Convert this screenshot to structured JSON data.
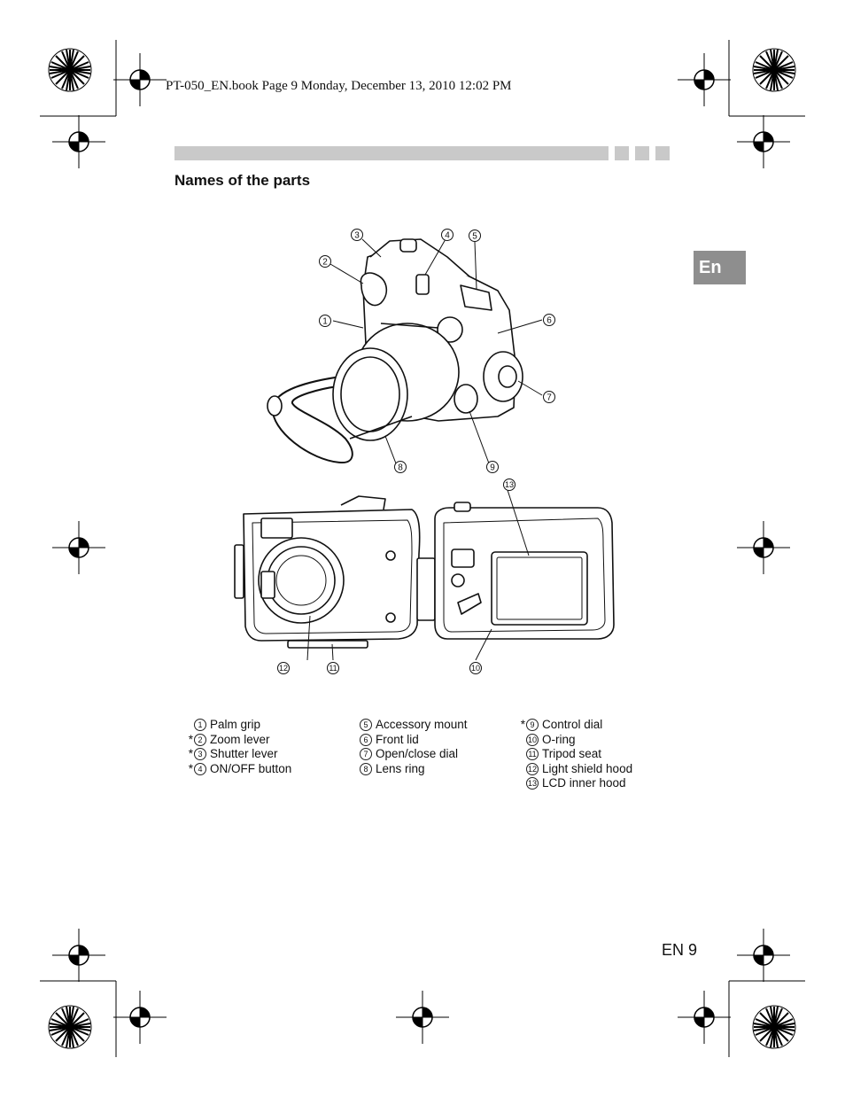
{
  "header": {
    "file_line": "PT-050_EN.book  Page 9  Monday, December 13, 2010  12:02 PM"
  },
  "section": {
    "title": "Names of the parts"
  },
  "lang_tab": {
    "label": "En"
  },
  "callouts": {
    "c1": "1",
    "c2": "2",
    "c3": "3",
    "c4": "4",
    "c5": "5",
    "c6": "6",
    "c7": "7",
    "c8": "8",
    "c9": "9",
    "c10": "10",
    "c11": "11",
    "c12": "12",
    "c13": "13"
  },
  "legend": {
    "col1": [
      {
        "star": "",
        "num": "1",
        "label": "Palm grip"
      },
      {
        "star": "*",
        "num": "2",
        "label": "Zoom lever"
      },
      {
        "star": "*",
        "num": "3",
        "label": "Shutter lever"
      },
      {
        "star": "*",
        "num": "4",
        "label": "ON/OFF button"
      }
    ],
    "col2": [
      {
        "star": "",
        "num": "5",
        "label": "Accessory mount"
      },
      {
        "star": "",
        "num": "6",
        "label": "Front lid"
      },
      {
        "star": "",
        "num": "7",
        "label": "Open/close dial"
      },
      {
        "star": "",
        "num": "8",
        "label": "Lens ring"
      }
    ],
    "col3": [
      {
        "star": "*",
        "num": "9",
        "label": "Control dial"
      },
      {
        "star": "",
        "num": "10",
        "label": "O-ring"
      },
      {
        "star": "",
        "num": "11",
        "label": "Tripod seat"
      },
      {
        "star": "",
        "num": "12",
        "label": "Light shield hood"
      },
      {
        "star": "",
        "num": "13",
        "label": "LCD inner hood"
      }
    ]
  },
  "footer": {
    "page_label": "EN 9"
  }
}
